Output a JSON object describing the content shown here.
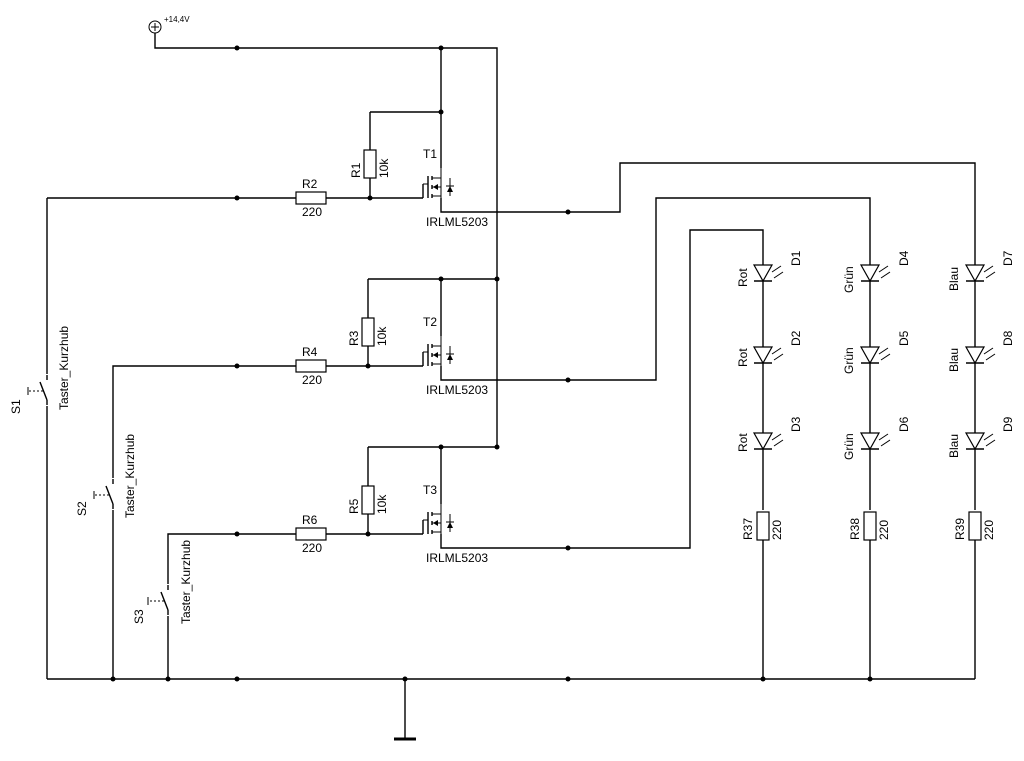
{
  "supply": {
    "label": "+14,4V"
  },
  "resistors": {
    "R1": {
      "ref": "R1",
      "value": "10k"
    },
    "R2": {
      "ref": "R2",
      "value": "220"
    },
    "R3": {
      "ref": "R3",
      "value": "10k"
    },
    "R4": {
      "ref": "R4",
      "value": "220"
    },
    "R5": {
      "ref": "R5",
      "value": "10k"
    },
    "R6": {
      "ref": "R6",
      "value": "220"
    },
    "R37": {
      "ref": "R37",
      "value": "220"
    },
    "R38": {
      "ref": "R38",
      "value": "220"
    },
    "R39": {
      "ref": "R39",
      "value": "220"
    }
  },
  "transistors": {
    "T1": {
      "ref": "T1",
      "part": "IRLML5203"
    },
    "T2": {
      "ref": "T2",
      "part": "IRLML5203"
    },
    "T3": {
      "ref": "T3",
      "part": "IRLML5203"
    }
  },
  "switches": {
    "S1": {
      "ref": "S1",
      "part": "Taster_Kurzhub"
    },
    "S2": {
      "ref": "S2",
      "part": "Taster_Kurzhub"
    },
    "S3": {
      "ref": "S3",
      "part": "Taster_Kurzhub"
    }
  },
  "leds": {
    "D1": {
      "ref": "D1",
      "color": "Rot"
    },
    "D2": {
      "ref": "D2",
      "color": "Rot"
    },
    "D3": {
      "ref": "D3",
      "color": "Rot"
    },
    "D4": {
      "ref": "D4",
      "color": "Grün"
    },
    "D5": {
      "ref": "D5",
      "color": "Grün"
    },
    "D6": {
      "ref": "D6",
      "color": "Grün"
    },
    "D7": {
      "ref": "D7",
      "color": "Blau"
    },
    "D8": {
      "ref": "D8",
      "color": "Blau"
    },
    "D9": {
      "ref": "D9",
      "color": "Blau"
    }
  }
}
